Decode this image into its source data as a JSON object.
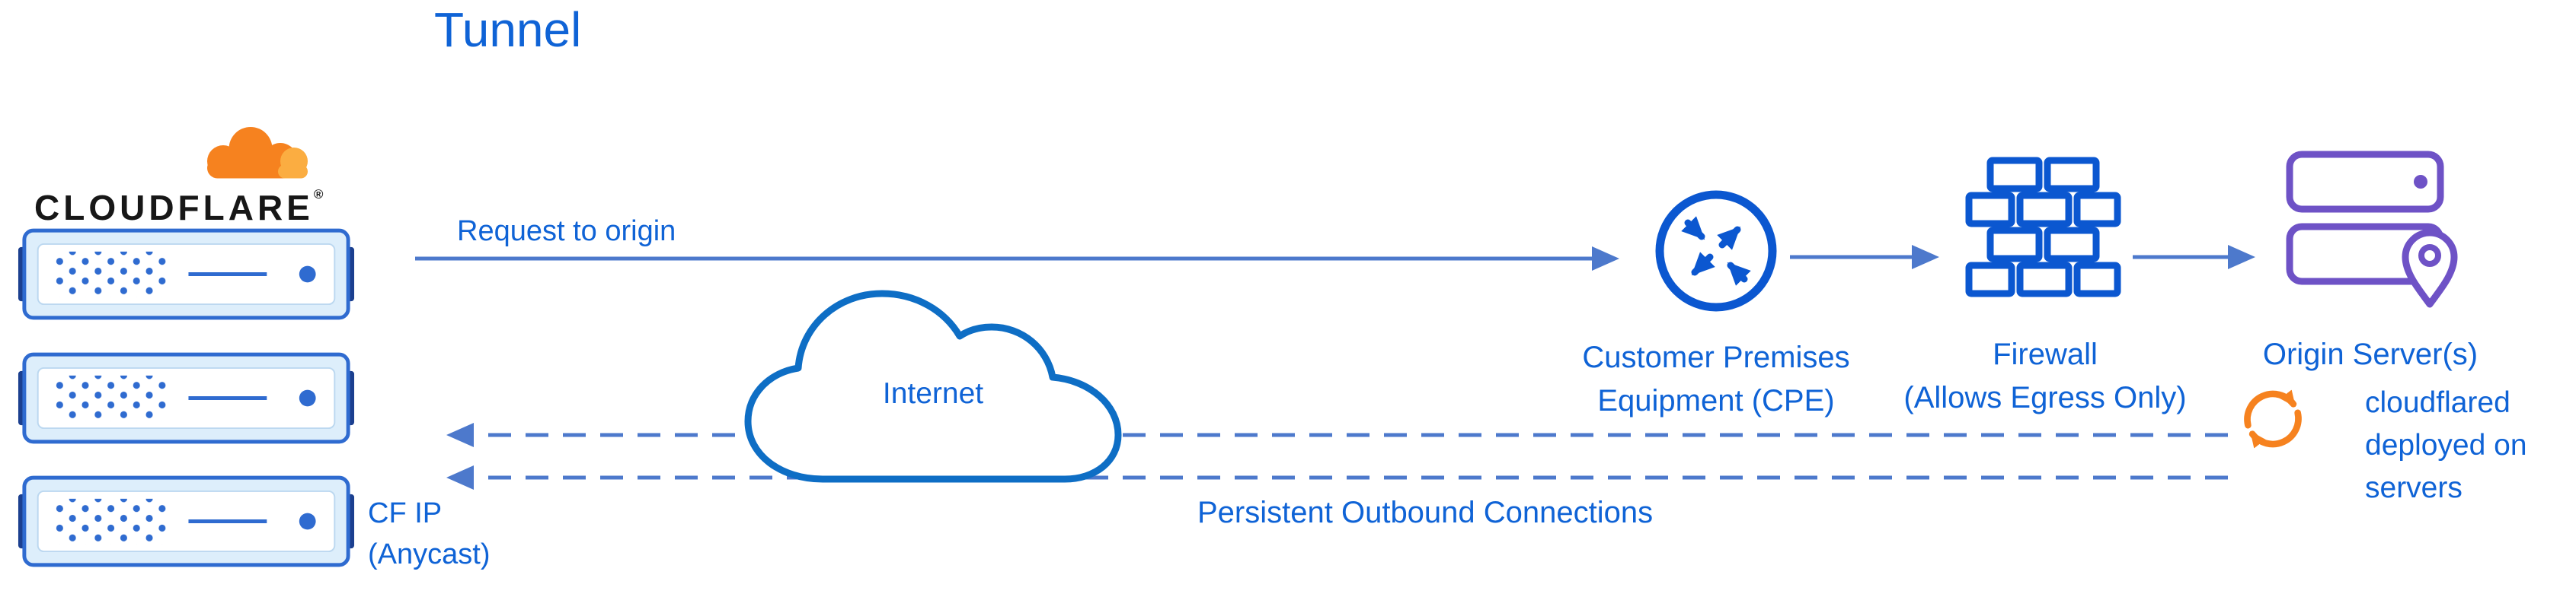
{
  "title": "Tunnel",
  "colors": {
    "text-blue": "#0f63d6",
    "line-blue": "#4d79cc",
    "icon-blue": "#0b57d0",
    "cloud-blue": "#0e6ec5",
    "purple": "#6e52c6",
    "orange": "#f6821f",
    "orange-light": "#fbad41",
    "navy": "#1b3f8f",
    "server-fill": "#ddeefb",
    "server-border": "#2f6bd0",
    "wordmark-black": "#171717"
  },
  "logo": {
    "wordmark": "CLOUDFLARE",
    "registered": "®"
  },
  "labels": {
    "request": "Request to origin",
    "internet": "Internet",
    "cpe_line1": "Customer Premises",
    "cpe_line2": "Equipment (CPE)",
    "firewall_line1": "Firewall",
    "firewall_line2": "(Allows Egress Only)",
    "origin": "Origin Server(s)",
    "cloudflared_line1": "cloudflared",
    "cloudflared_line2": "deployed on",
    "cloudflared_line3": "servers",
    "persistent": "Persistent Outbound Connections",
    "cfip_line1": "CF IP",
    "cfip_line2": "(Anycast)"
  }
}
